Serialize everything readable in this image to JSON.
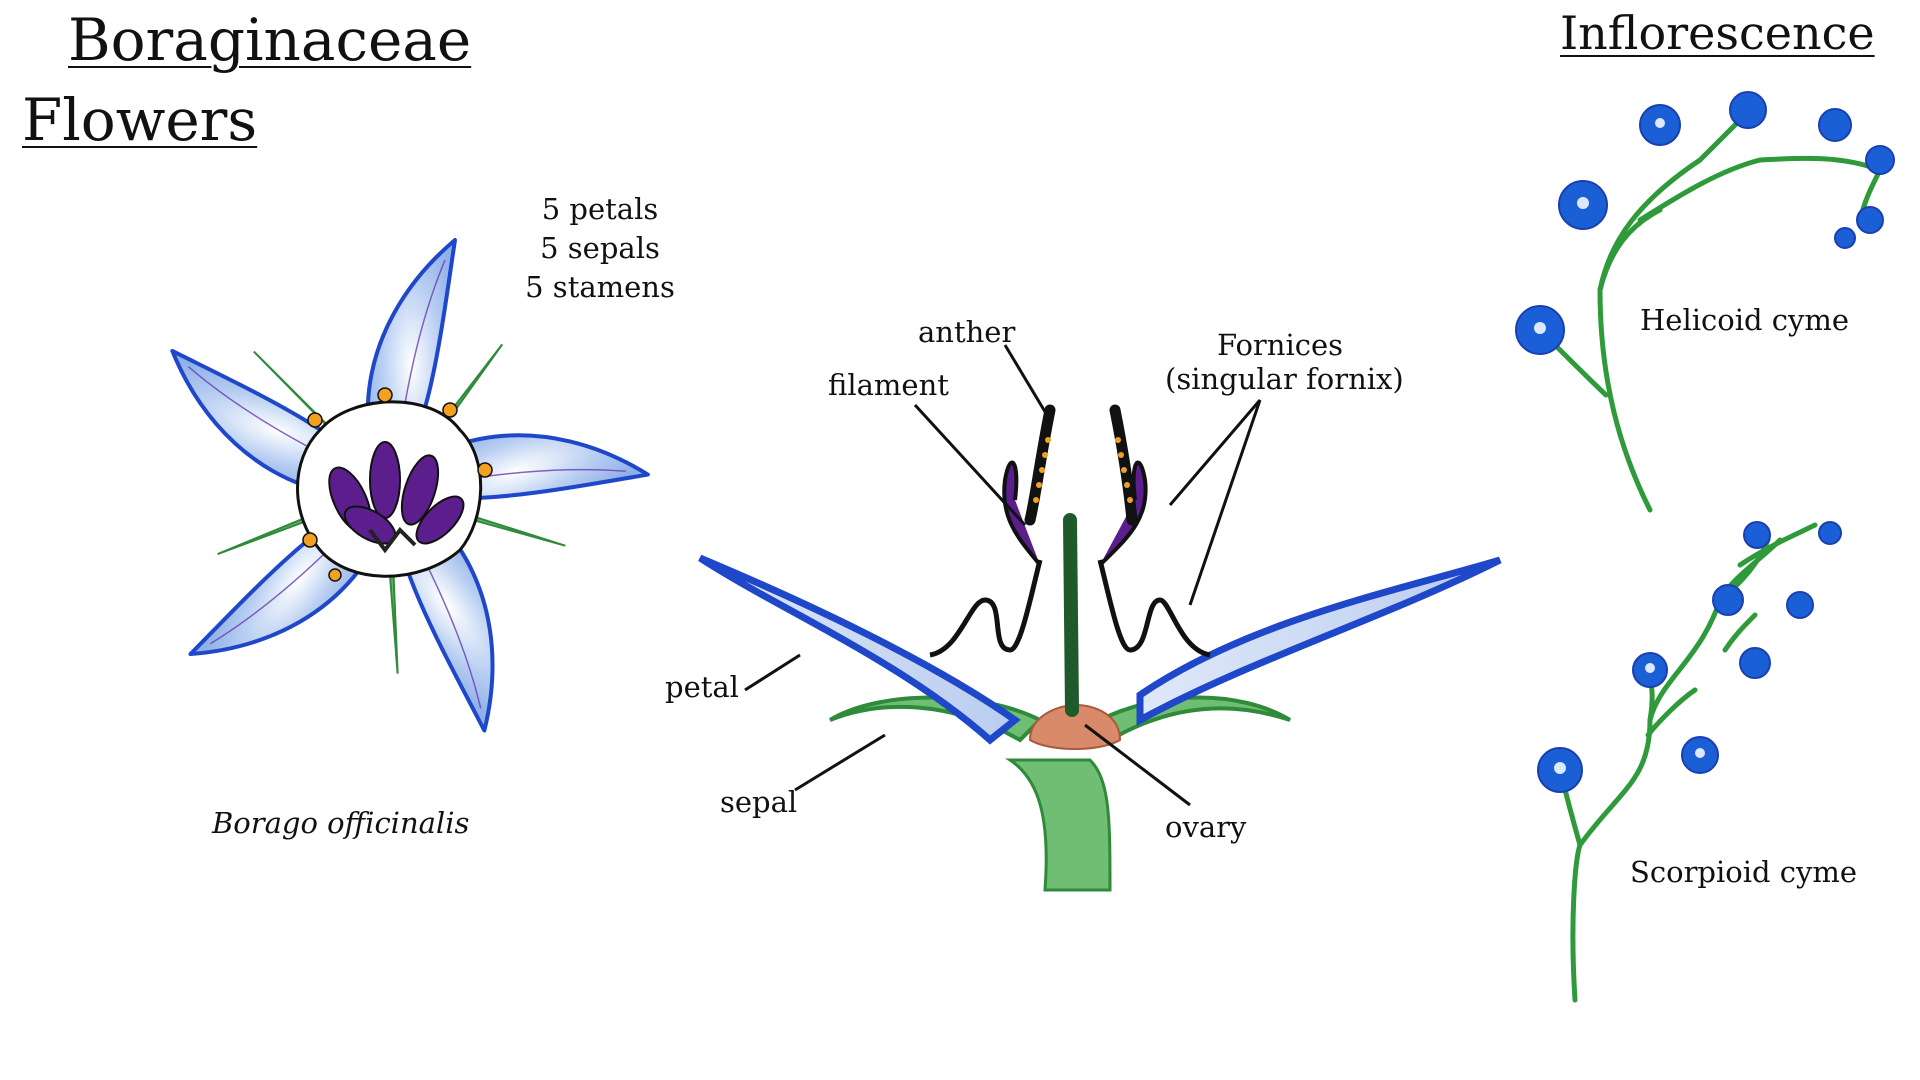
{
  "titles": {
    "family": "Boraginaceae",
    "flowers": "Flowers",
    "inflorescence": "Inflorescence"
  },
  "floral_counts": [
    "5 petals",
    "5 sepals",
    "5 stamens"
  ],
  "species_label": "Borago officinalis",
  "cross_section_labels": {
    "anther": "anther",
    "filament": "filament",
    "fornices_line1": "Fornices",
    "fornices_line2": "(singular fornix)",
    "petal": "petal",
    "sepal": "sepal",
    "ovary": "ovary"
  },
  "inflorescence_labels": {
    "helicoid": "Helicoid cyme",
    "scorpioid": "Scorpioid cyme"
  },
  "colors": {
    "petal_fill": "#a9c3ee",
    "petal_edge": "#1f47c9",
    "sepal_green": "#4faa55",
    "stem_green": "#2e9a3a",
    "anther_purple": "#5b1e8c",
    "pollen_orange": "#f2a020",
    "ovary": "#d98a6a",
    "bloom_blue": "#1a5fd6"
  }
}
